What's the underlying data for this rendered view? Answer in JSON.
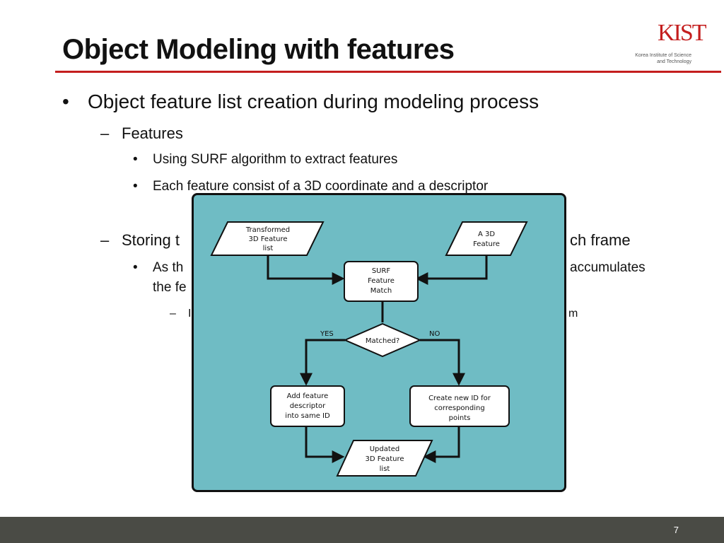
{
  "slide": {
    "title": "Object Modeling with features",
    "page_number": "7",
    "logo": {
      "letters": "KIST",
      "subtitle": "Korea Institute of Science and Technology"
    }
  },
  "bullets": {
    "b1": "Object feature list creation during modeling process",
    "b1_sub1": "Features",
    "b1_sub1_a": "Using SURF algorithm to extract features",
    "b1_sub1_b": "Each feature consist of a 3D coordinate and a descriptor",
    "b1_sub2_visible_left": "Storing t",
    "b1_sub2_visible_right": "ch frame",
    "b1_sub2_a_visible_left": "As th",
    "b1_sub2_a_visible_right": "accumulates",
    "b1_sub2_a_line2_visible": "the fe",
    "b1_sub2_a_sub_visible_left": "I",
    "b1_sub2_a_sub_visible_right": "m"
  },
  "diagram": {
    "nodes": {
      "transformed": [
        "Transformed",
        "3D Feature",
        "list"
      ],
      "a3d": [
        "A 3D",
        "Feature"
      ],
      "surf": [
        "SURF",
        "Feature",
        "Match"
      ],
      "matched": "Matched?",
      "add": [
        "Add feature",
        "descriptor",
        "into same ID"
      ],
      "create": [
        "Create new ID for",
        "corresponding",
        "points"
      ],
      "updated": [
        "Updated",
        "3D Feature",
        "list"
      ]
    },
    "labels": {
      "yes": "YES",
      "no": "NO"
    }
  }
}
